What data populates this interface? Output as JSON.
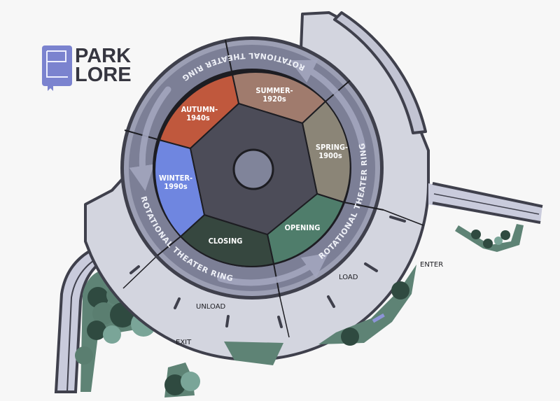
{
  "logo": {
    "line1": "PARK",
    "line2": "LORE"
  },
  "ring_labels": {
    "top": "ROTATIONAL THEATER RING",
    "right": "ROTATIONAL THEATER RING",
    "left": "ROTATIONAL THEATER RING"
  },
  "stages": [
    {
      "line1": "SUMMER-",
      "line2": "1920s",
      "color": "#a07b6d"
    },
    {
      "line1": "SPRING-",
      "line2": "1900s",
      "color": "#8b8577"
    },
    {
      "line1": "OPENING",
      "line2": "",
      "color": "#4f7d6b"
    },
    {
      "line1": "CLOSING",
      "line2": "",
      "color": "#36473f"
    },
    {
      "line1": "WINTER-",
      "line2": "1990s",
      "color": "#6f86e0"
    },
    {
      "line1": "AUTUMN-",
      "line2": "1940s",
      "color": "#c0583d"
    }
  ],
  "platform_labels": {
    "load": "LOAD",
    "unload": "UNLOAD",
    "enter": "ENTER",
    "exit": "EXIT"
  }
}
